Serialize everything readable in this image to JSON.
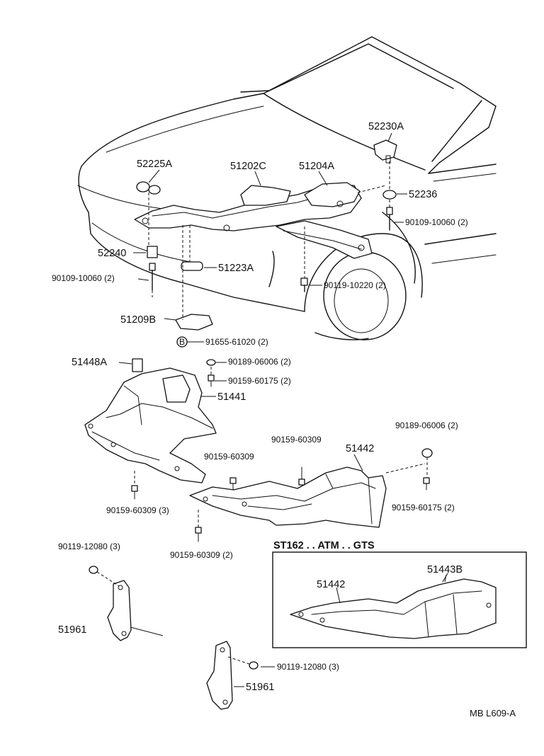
{
  "labels": {
    "p52230A": "52230A",
    "p52225A": "52225A",
    "p51202C": "51202C",
    "p51204A": "51204A",
    "p52236": "52236",
    "p90109_r": "90109-10060 (2)",
    "p52240": "52240",
    "p51223A": "51223A",
    "p90109_l": "90109-10060 (2)",
    "p90119_10220": "90119-10220 (2)",
    "p51209B": "51209B",
    "p91655": "91655-61020 (2)",
    "circleB": "B",
    "p51448A": "51448A",
    "p90189_a": "90189-06006 (2)",
    "p90159_a": "90159-60175 (2)",
    "p51441": "51441",
    "p90159_60309_top": "90159-60309",
    "p51442_main": "51442",
    "p90189_b": "90189-06006 (2)",
    "p90159_60309_mid": "90159-60309",
    "p90159_60309_3": "90159-60309 (3)",
    "p90159_60175_b": "90159-60175 (2)",
    "p90159_60309_2": "90159-60309 (2)",
    "p90119_12080_a": "90119-12080 (3)",
    "p51961_a": "51961",
    "p90119_12080_b": "90119-12080 (3)",
    "p51961_b": "51961",
    "inset_title": "ST162 . . ATM . . GTS",
    "p51442_inset": "51442",
    "p51443B": "51443B",
    "footer_code": "MB  L609-A"
  }
}
